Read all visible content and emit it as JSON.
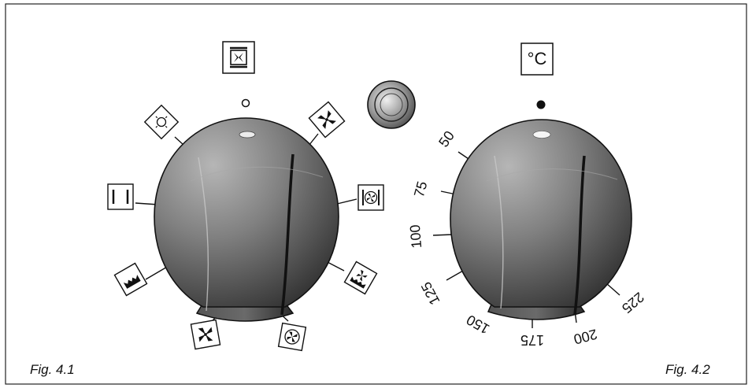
{
  "figures": {
    "left_caption": "Fig. 4.1",
    "right_caption": "Fig. 4.2"
  },
  "function_knob": {
    "header_icon": "fan-with-top-bottom-heat-icon",
    "indicator": "hollow-circle",
    "positions": [
      {
        "icon": "oven-light-icon"
      },
      {
        "icon": "top-bottom-heat-icon"
      },
      {
        "icon": "bottom-heat-icon"
      },
      {
        "icon": "fan-icon"
      },
      {
        "icon": "fan-ring-heater-icon"
      },
      {
        "icon": "fan-bottom-heat-icon"
      },
      {
        "icon": "fan-top-bottom-heat-icon"
      },
      {
        "icon": "fan-grill-icon"
      }
    ]
  },
  "indicator_lamp": {
    "icon": "signal-lamp-icon"
  },
  "temperature_knob": {
    "header_label": "°C",
    "indicator": "filled-circle",
    "labels": [
      "50",
      "75",
      "100",
      "125",
      "150",
      "175",
      "200",
      "225"
    ]
  },
  "colors": {
    "knob_dark": "#3a3a3a",
    "knob_light": "#b0b0b0",
    "outline": "#111111"
  }
}
